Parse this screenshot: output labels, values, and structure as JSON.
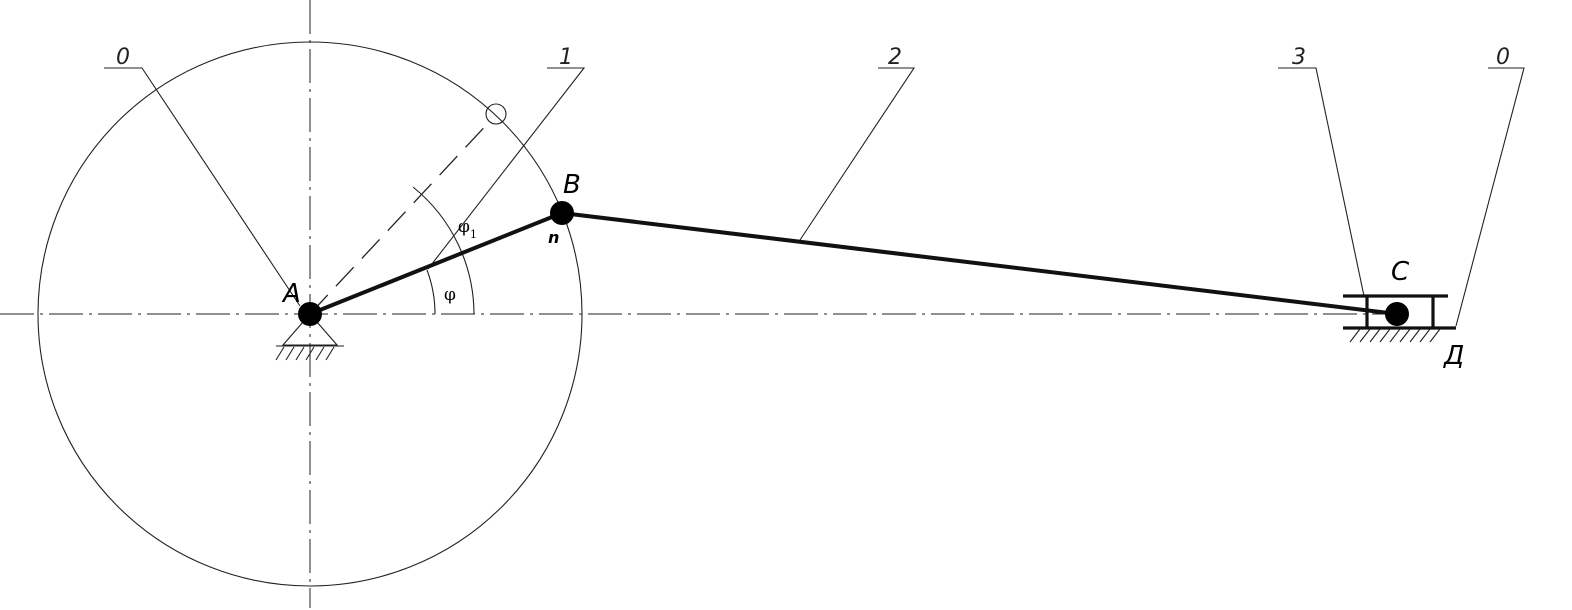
{
  "points": {
    "A": "A",
    "B": "B",
    "C": "C",
    "D": "Д"
  },
  "links": {
    "ground_left": "0",
    "crank": "1",
    "rod": "2",
    "slider": "3",
    "ground_right": "0"
  },
  "angles": {
    "phi": "φ",
    "phi1": "φ",
    "phi1_sub": "1"
  },
  "marks": {
    "n": "n"
  }
}
